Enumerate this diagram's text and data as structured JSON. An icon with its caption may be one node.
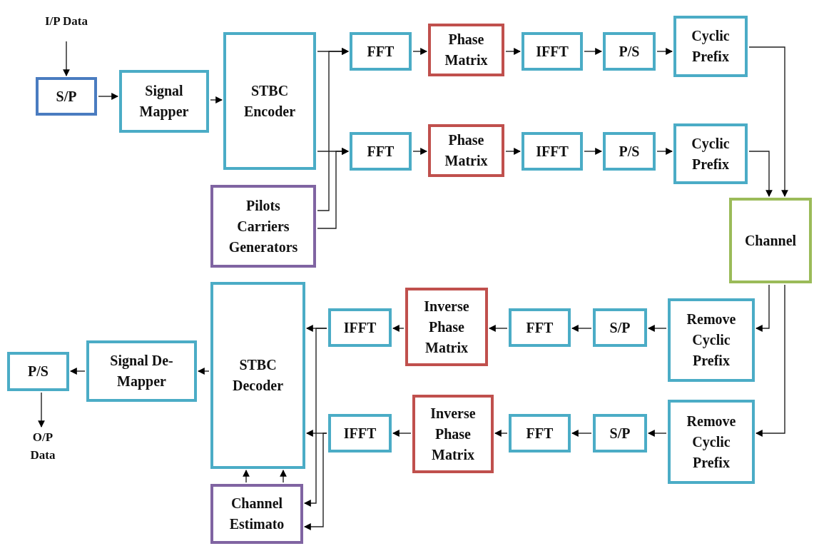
{
  "diagram": {
    "nodes": [
      {
        "text": [
          "I/P Data"
        ]
      },
      {
        "text": [
          "S/P"
        ]
      },
      {
        "text": [
          "Signal Mapper"
        ]
      },
      {
        "text": [
          "STBC Encoder"
        ]
      },
      {
        "text": [
          "Pilots Carriers Generators"
        ]
      },
      {
        "text": [
          "FFT"
        ]
      },
      {
        "text": [
          "Phase Matrix"
        ]
      },
      {
        "text": [
          "IFFT"
        ]
      },
      {
        "text": [
          "P/S"
        ]
      },
      {
        "text": [
          "Cyclic Prefix"
        ]
      },
      {
        "text": [
          "FFT"
        ]
      },
      {
        "text": [
          "Phase Matrix"
        ]
      },
      {
        "text": [
          "IFFT"
        ]
      },
      {
        "text": [
          "P/S"
        ]
      },
      {
        "text": [
          "Cyclic Prefix"
        ]
      },
      {
        "text": [
          "Channel"
        ]
      },
      {
        "text": [
          "Remove Cyclic Prefix"
        ]
      },
      {
        "text": [
          "S/P"
        ]
      },
      {
        "text": [
          "FFT"
        ]
      },
      {
        "text": [
          "Inverse Phase Matrix"
        ]
      },
      {
        "text": [
          "IFFT"
        ]
      },
      {
        "text": [
          "Remove Cyclic Prefix"
        ]
      },
      {
        "text": [
          "S/P"
        ]
      },
      {
        "text": [
          "FFT"
        ]
      },
      {
        "text": [
          "Inverse Phase Matrix"
        ]
      },
      {
        "text": [
          "IFFT"
        ]
      },
      {
        "text": [
          "STBC Decoder"
        ]
      },
      {
        "text": [
          "Channel Estimato"
        ]
      },
      {
        "text": [
          "Signal De-Mapper"
        ]
      },
      {
        "text": [
          "P/S"
        ]
      },
      {
        "text": [
          "O/P Data"
        ]
      }
    ],
    "edges": [
      {
        "from": 0,
        "to": 1,
        "arrow": "to"
      },
      {
        "from": 1,
        "to": 2,
        "arrow": "to"
      },
      {
        "from": 2,
        "to": 3,
        "arrow": "to"
      },
      {
        "from": 3,
        "to": 5,
        "arrow": "to"
      },
      {
        "from": 3,
        "to": 10,
        "arrow": "to"
      },
      {
        "from": 4,
        "to": 5,
        "arrow": "to"
      },
      {
        "from": 4,
        "to": 10,
        "arrow": "to"
      },
      {
        "from": 5,
        "to": 6,
        "arrow": "to"
      },
      {
        "from": 6,
        "to": 7,
        "arrow": "to"
      },
      {
        "from": 7,
        "to": 8,
        "arrow": "to"
      },
      {
        "from": 8,
        "to": 9,
        "arrow": "to"
      },
      {
        "from": 10,
        "to": 11,
        "arrow": "to"
      },
      {
        "from": 11,
        "to": 12,
        "arrow": "to"
      },
      {
        "from": 12,
        "to": 13,
        "arrow": "to"
      },
      {
        "from": 13,
        "to": 14,
        "arrow": "to"
      },
      {
        "from": 9,
        "to": 15,
        "arrow": "to"
      },
      {
        "from": 14,
        "to": 15,
        "arrow": "to"
      },
      {
        "from": 15,
        "to": 16,
        "arrow": "to"
      },
      {
        "from": 15,
        "to": 21,
        "arrow": "to"
      },
      {
        "from": 16,
        "to": 17,
        "arrow": "to"
      },
      {
        "from": 17,
        "to": 18,
        "arrow": "to"
      },
      {
        "from": 18,
        "to": 19,
        "arrow": "to"
      },
      {
        "from": 19,
        "to": 20,
        "arrow": "to"
      },
      {
        "from": 20,
        "to": 26,
        "arrow": "to"
      },
      {
        "from": 20,
        "to": 27,
        "arrow": "to"
      },
      {
        "from": 21,
        "to": 22,
        "arrow": "to"
      },
      {
        "from": 22,
        "to": 23,
        "arrow": "to"
      },
      {
        "from": 23,
        "to": 24,
        "arrow": "to"
      },
      {
        "from": 24,
        "to": 25,
        "arrow": "to"
      },
      {
        "from": 25,
        "to": 26,
        "arrow": "to"
      },
      {
        "from": 25,
        "to": 27,
        "arrow": "to"
      },
      {
        "from": 27,
        "to": 26,
        "arrow": "to"
      },
      {
        "from": 27,
        "to": 26,
        "arrow": "to"
      },
      {
        "from": 26,
        "to": 28,
        "arrow": "to"
      },
      {
        "from": 28,
        "to": 29,
        "arrow": "to"
      },
      {
        "from": 29,
        "to": 30,
        "arrow": "to"
      }
    ]
  }
}
